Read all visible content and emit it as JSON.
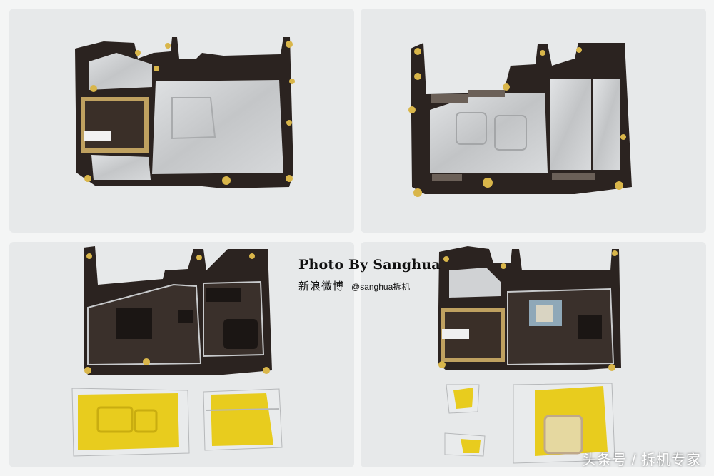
{
  "credit": {
    "title": "Photo By Sanghua",
    "site": "新浪微博",
    "handle": "@sanghua拆机"
  },
  "watermark": "头条号 / 拆机专家",
  "panels": [
    {
      "name": "motherboard-front-shielded"
    },
    {
      "name": "motherboard-back-shielded"
    },
    {
      "name": "motherboard-back-shields-removed"
    },
    {
      "name": "motherboard-front-shields-removed"
    }
  ],
  "colors": {
    "pcb": "#2b2320",
    "gold": "#d9b64a",
    "shield": "#c7c9cb",
    "tape": "#e8cc1e",
    "background": "#e7e9ea"
  }
}
